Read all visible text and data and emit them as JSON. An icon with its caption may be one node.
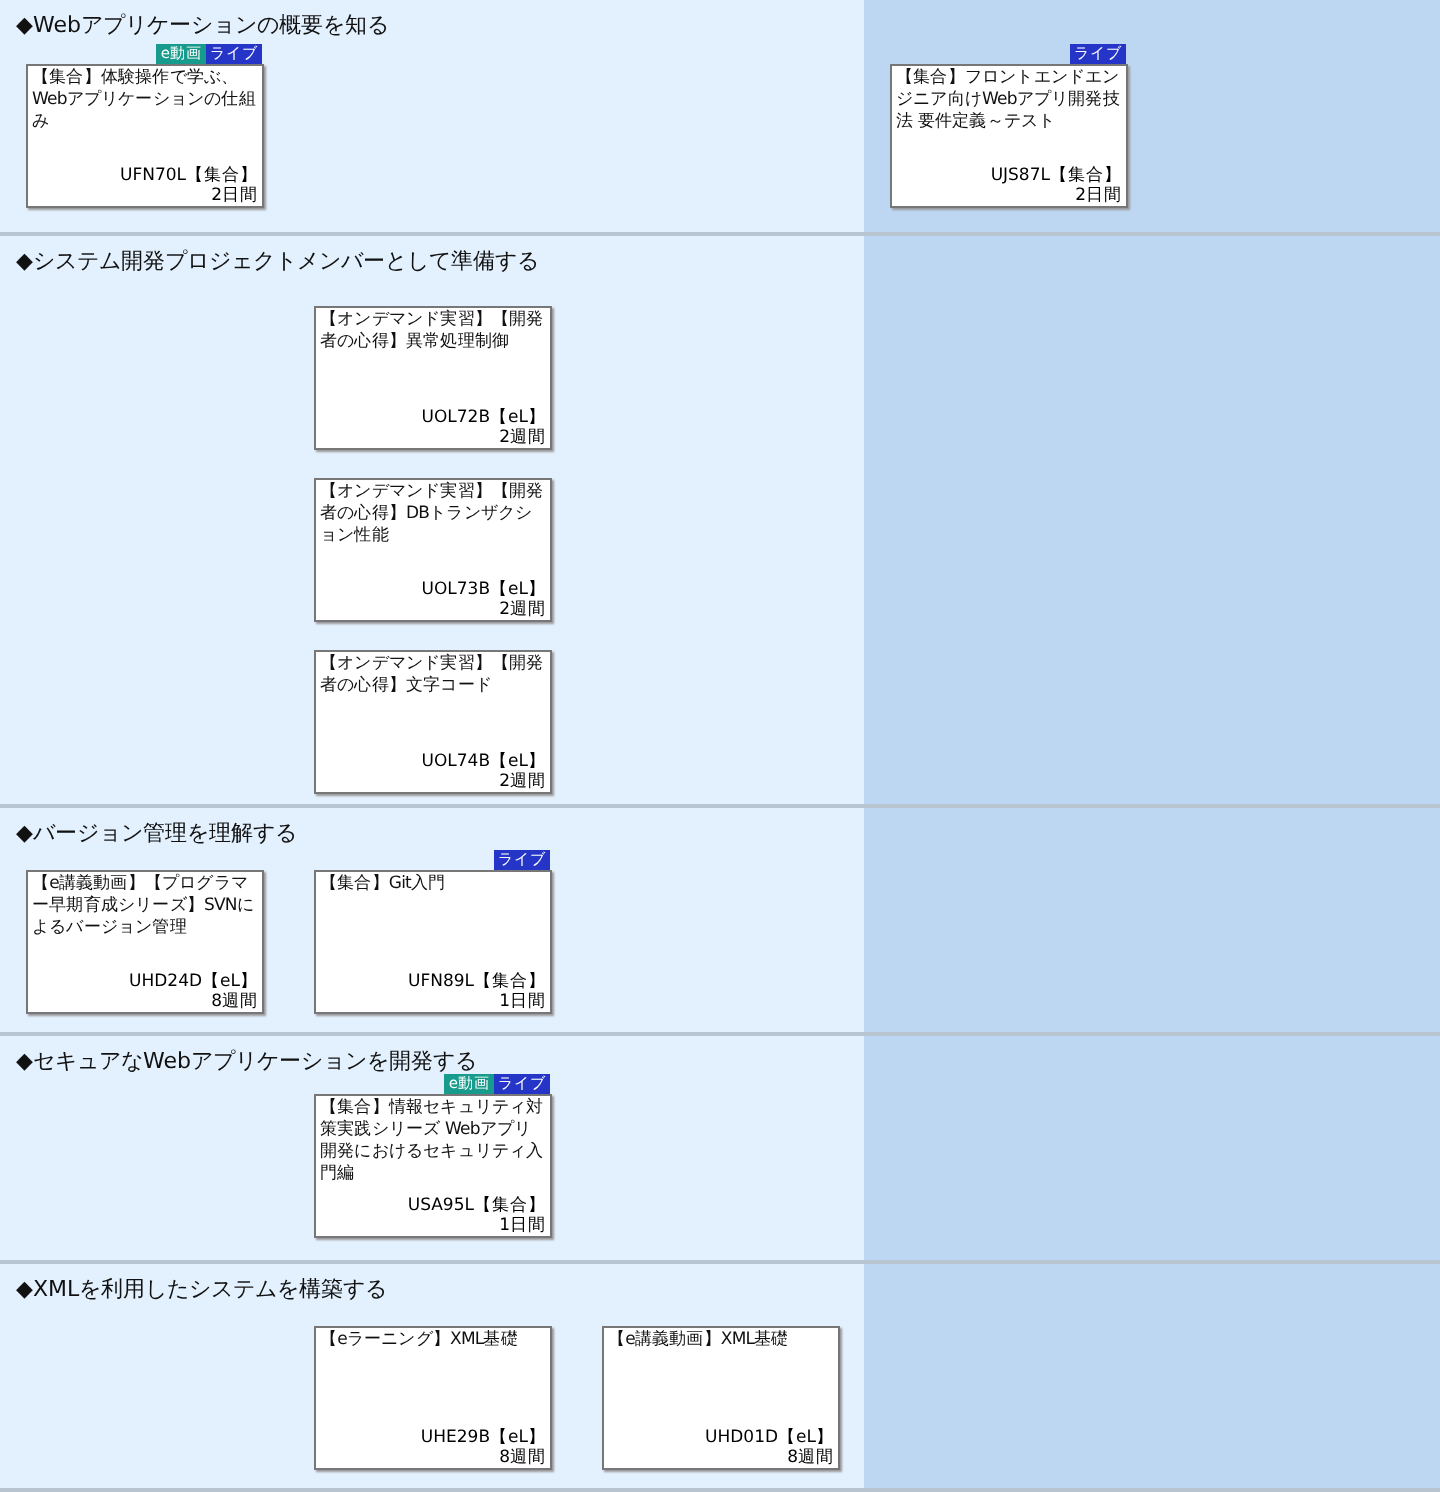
{
  "diagram": {
    "nodes": [
      {
        "text": [
          "◆Webアプリケーションの概要を知る"
        ]
      },
      {
        "text": [
          "【集合】体験操作で学ぶ、Webアプリケーションの仕組み",
          "UFN70L【集合】",
          "2日間"
        ],
        "in": 0,
        "beside": [
          "e動画",
          "ライブ"
        ]
      },
      {
        "text": [
          "【集合】フロントエンドエンジニア向けWebアプリ開発技法 要件定義～テスト",
          "UJS87L【集合】",
          "2日間"
        ],
        "in": 0,
        "beside": [
          "ライブ"
        ]
      },
      {
        "text": [
          "◆システム開発プロジェクトメンバーとして準備する"
        ]
      },
      {
        "text": [
          "【オンデマンド実習】【開発者の心得】異常処理制御",
          "UOL72B【eL】",
          "2週間"
        ],
        "in": 3
      },
      {
        "text": [
          "【オンデマンド実習】【開発者の心得】DBトランザクション性能",
          "UOL73B【eL】",
          "2週間"
        ],
        "in": 3
      },
      {
        "text": [
          "【オンデマンド実習】【開発者の心得】文字コード",
          "UOL74B【eL】",
          "2週間"
        ],
        "in": 3
      },
      {
        "text": [
          "◆バージョン管理を理解する"
        ]
      },
      {
        "text": [
          "【e講義動画】【プログラマー早期育成シリーズ】SVNによるバージョン管理",
          "UHD24D【eL】",
          "8週間"
        ],
        "in": 7
      },
      {
        "text": [
          "【集合】Git入門",
          "UFN89L【集合】",
          "1日間"
        ],
        "in": 7,
        "beside": [
          "ライブ"
        ]
      },
      {
        "text": [
          "◆セキュアなWebアプリケーションを開発する"
        ]
      },
      {
        "text": [
          "【集合】情報セキュリティ対策実践シリーズ Webアプリ開発におけるセキュリティ入門編",
          "USA95L【集合】",
          "1日間"
        ],
        "in": 10,
        "beside": [
          "e動画",
          "ライブ"
        ]
      },
      {
        "text": [
          "◆XMLを利用したシステムを構築する"
        ]
      },
      {
        "text": [
          "【eラーニング】XML基礎",
          "UHE29B【eL】",
          "8週間"
        ],
        "in": 12
      },
      {
        "text": [
          "【e講義動画】XML基礎",
          "UHD01D【eL】",
          "8週間"
        ],
        "in": 12
      }
    ]
  }
}
